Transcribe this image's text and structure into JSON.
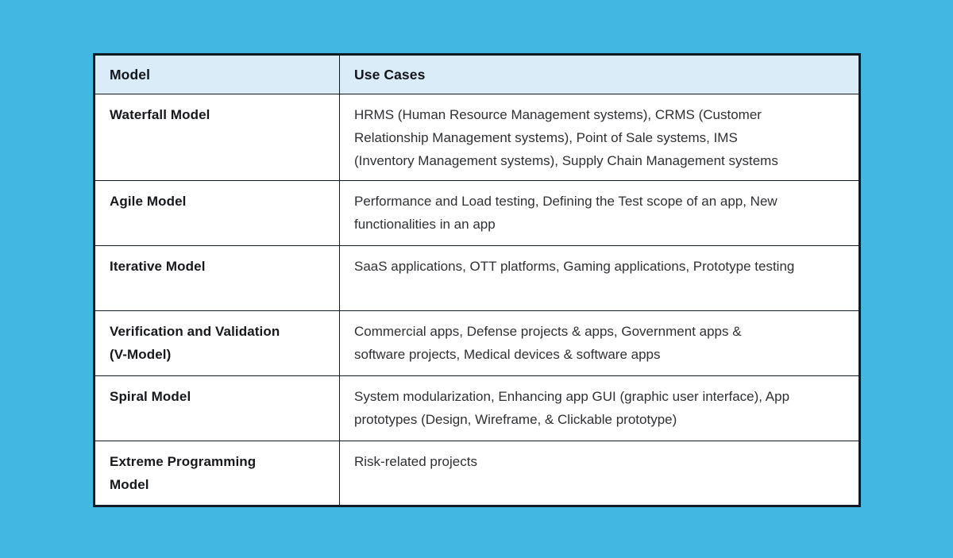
{
  "page": {
    "background_color": "#41b7e2"
  },
  "table": {
    "colors": {
      "header_background": "#d9ecf7",
      "border": "#111b26",
      "cell_background": "#ffffff",
      "header_text": "#13161b",
      "model_text": "#16181c",
      "use_cases_text": "#2e3033"
    },
    "columns": [
      {
        "label": "Model"
      },
      {
        "label": "Use Cases"
      }
    ],
    "rows": [
      {
        "model": "Waterfall Model",
        "use_cases": "HRMS (Human Resource Management systems), CRMS (Customer Relationship Management systems), Point of Sale systems, IMS (Inventory Management systems), Supply Chain Management systems"
      },
      {
        "model": "Agile Model",
        "use_cases": "Performance and Load testing, Defining the Test scope of an app, New functionalities in an app"
      },
      {
        "model": "Iterative Model",
        "use_cases": "SaaS applications, OTT platforms, Gaming applications, Prototype testing"
      },
      {
        "model": "Verification and Validation (V-Model)",
        "use_cases": "Commercial apps, Defense projects & apps, Government apps & software projects, Medical devices & software apps"
      },
      {
        "model": "Spiral Model",
        "use_cases": "System modularization, Enhancing app GUI (graphic user interface), App prototypes (Design, Wireframe, & Clickable prototype)"
      },
      {
        "model": "Extreme Programming Model",
        "use_cases": "Risk-related projects"
      }
    ]
  }
}
